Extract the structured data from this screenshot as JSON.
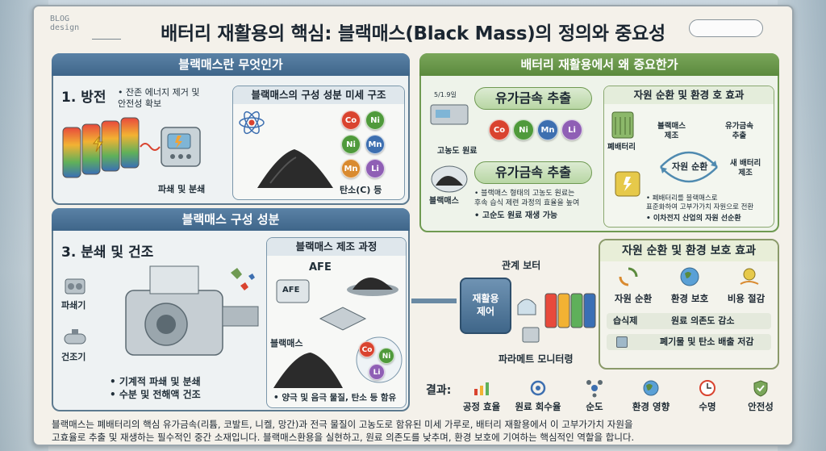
{
  "logo": {
    "line1": "BLOG",
    "line2": "design"
  },
  "title": "배터리 재활용의 핵심: 블랙매스(Black Mass)의 정의와 중요성",
  "what": {
    "header": "블랙매스란 무엇인가",
    "step1_title": "1. 방전",
    "step1_desc": "• 잔존 에너지 제거 및\n안전성 확보",
    "crush_label": "파쇄 및 분쇄",
    "structure_title": "블랙매스의 구성 성분 미세 구조",
    "metals": [
      "Co",
      "Ni",
      "Ni",
      "Mn",
      "Mn",
      "Li"
    ],
    "carbon_label": "탄소(C) 등"
  },
  "composition": {
    "header": "블랙매스 구성 성분",
    "step3_title": "3. 분쇄 및 건조",
    "crusher_label": "파쇄기",
    "dryer_label": "건조기",
    "bullet1": "• 기계적 파쇄 및 분쇄",
    "bullet2": "• 수분 및 전해액 건조",
    "process_title": "블랙매스 제조 과정",
    "afe_label": "AFE",
    "afe_chip": "AFE",
    "blackmass_label": "블랙매스",
    "process_bullet": "• 양극 및 음극 물질, 탄소 등 함유",
    "sub_metals": [
      "Co",
      "Ni",
      "Li"
    ]
  },
  "why": {
    "header": "배터리 재활용에서 왜 중요한가",
    "extract1": "유가금속 추출",
    "extract2": "유가금속 추출",
    "device_label": "5/1.9일",
    "source_label": "고농도 원료",
    "blackmass_label": "블랙매스",
    "metals": [
      "Co",
      "Ni",
      "Mn",
      "Li"
    ],
    "bullet1": "• 블랙매스 형태의 고농도 원료는\n후속 습식 제련 과정의 효율을 높여",
    "bullet2": "• 고순도 원료 재생 가능",
    "cycle_title": "자원 순환 및 환경 호 효과",
    "waste_battery": "폐배터리",
    "bm_make": "블랙매스\n제조",
    "metal_extract": "유가금속\n추출",
    "cycle_center": "자원 순환",
    "new_battery": "새 배터리\n제조",
    "cycle_bullet1": "• 폐배터리를 블랙매스로\n표준화하여 고부가가치 자원으로 전환",
    "cycle_bullet2": "• 이차전지 산업의 자원 선순환"
  },
  "control": {
    "chip": "재활용\n제어",
    "sensor_label": "관계 보터",
    "param_label": "파라메트 모니터령"
  },
  "effects": {
    "header": "자원 순환 및 환경 보호 효과",
    "cells": [
      "자원 순환",
      "환경 보호",
      "비용 절감"
    ],
    "row1_left": "습식제",
    "row1_right": "원료 의존도 감소",
    "row2_right": "폐기물 및 탄소 배출 저감"
  },
  "results": {
    "label": "결과:",
    "items": [
      "공정 효율",
      "원료 회수율",
      "순도",
      "환경 영향",
      "수명",
      "안전성"
    ]
  },
  "footer": {
    "line1": "블랙매스는 폐배터리의 핵심 유가금속(리튬, 코발트, 니켈, 망간)과 전극 물질이 고농도로 함유된 미세 가루로, 배터리 재활용에서 이 고부가가치 자원을",
    "line2": "고효율로 추출 및 재생하는 필수적인 중간 소재입니다.  블랙매스환용을 실현하고, 원료 의존도를 낮추며, 환경 보호에 기여하는 핵심적인 역할을 합니다."
  },
  "colors": {
    "blue_header": "#3f6689",
    "green_header": "#5b8a3d",
    "co": "#d9432f",
    "ni": "#4f9a3b",
    "mn": "#3d6fb0",
    "li": "#8f5fb5"
  }
}
